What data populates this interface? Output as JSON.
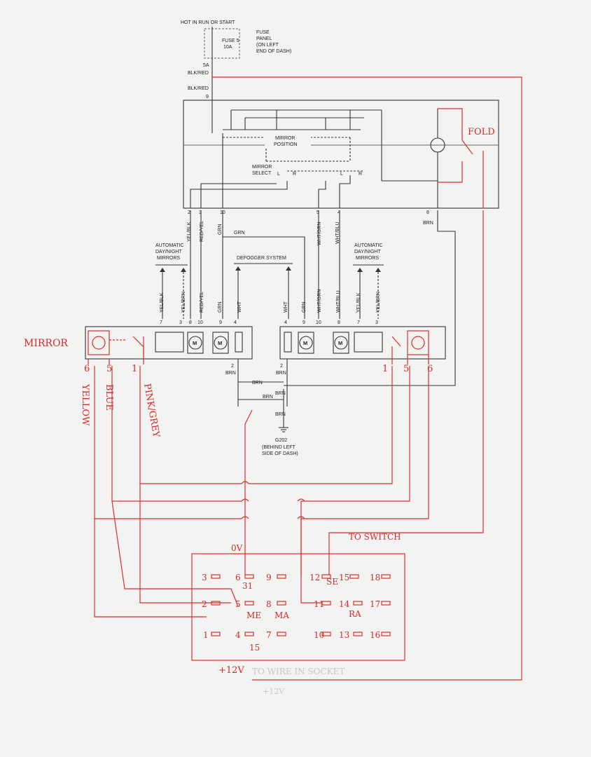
{
  "power": {
    "hot_label": "HOT IN RUN OR START",
    "fuse_label": "FUSE 5",
    "fuse_amp": "10A",
    "fuse_panel_lines": [
      "FUSE",
      "PANEL",
      "(ON LEFT",
      "END OF DASH)"
    ],
    "terminal": "5A",
    "wire1": "BLK/RED",
    "wire2": "BLK/RED",
    "pin": "9"
  },
  "switch": {
    "mirror_position_lines": [
      "MIRROR",
      "POSITION"
    ],
    "mirror_select_lines": [
      "MIRROR",
      "SELECT"
    ],
    "pos_L": "L",
    "pos_R": "R",
    "pos_L2": "L",
    "pos_R2": "R",
    "pins": [
      "2",
      "3",
      "10",
      "5",
      "4",
      "8"
    ],
    "brn_label": "BRN"
  },
  "wires": {
    "left_vertical": [
      "YEL/BLK",
      "RED/YEL",
      "GRN"
    ],
    "right_vertical": [
      "WHT/GRN",
      "WHT/BLU"
    ],
    "grn_cross": "GRN"
  },
  "auto_dimming_left": [
    "AUTOMATIC",
    "DAY/NIGHT",
    "MIRRORS"
  ],
  "auto_dimming_right": [
    "AUTOMATIC",
    "DAY/NIGHT",
    "MIRRORS"
  ],
  "defogger": "DEFOGGER SYSTEM",
  "left_mirror": {
    "wire_labels": [
      "YEL/BLK",
      "YEL/BRN",
      "RED/YEL",
      "GRN",
      "WHT"
    ],
    "pins": [
      "7",
      "3",
      "8",
      "10",
      "9",
      "4"
    ],
    "ground_pin": "2",
    "ground_wire": "BRN",
    "motor": "M"
  },
  "right_mirror": {
    "wire_labels": [
      "WHT",
      "GRN",
      "WHT/GRN",
      "WHT/BLU",
      "YEL/BLK",
      "YEL/BRN"
    ],
    "pins": [
      "4",
      "9",
      "10",
      "8",
      "7",
      "3"
    ],
    "ground_pin": "2",
    "ground_wire": "BRN",
    "motor": "M"
  },
  "ground": {
    "brn1": "BRN",
    "brn2": "BRN",
    "brn3": "BRN",
    "brn4": "BRN",
    "name": "G202",
    "location_lines": [
      "(BEHIND LEFT",
      "SIDE OF DASH)"
    ]
  },
  "handwritten": {
    "mirror": "MIRROR",
    "fold": "FOLD",
    "yellow": "YELLOW",
    "blue": "BLUE",
    "pink_grey": "PINK/GREY",
    "left_pins": [
      "6",
      "5",
      "1"
    ],
    "right_pins": [
      "1",
      "5",
      "6"
    ],
    "ov": "0V",
    "to_switch": "TO SWITCH",
    "plus12": "+12V",
    "illegible": "TO WIRE IN SOCKET",
    "illegible2": "+12V"
  },
  "connector": {
    "row1": [
      "3",
      "6",
      "9",
      "12",
      "15",
      "18"
    ],
    "row2": [
      "2",
      "5",
      "8",
      "11",
      "14",
      "17"
    ],
    "row3": [
      "1",
      "4",
      "7",
      "10",
      "13",
      "16"
    ],
    "tag_31": "31",
    "tag_se": "SE",
    "tag_me": "ME",
    "tag_ma": "MA",
    "tag_ra": "RA",
    "tag_15": "15"
  }
}
